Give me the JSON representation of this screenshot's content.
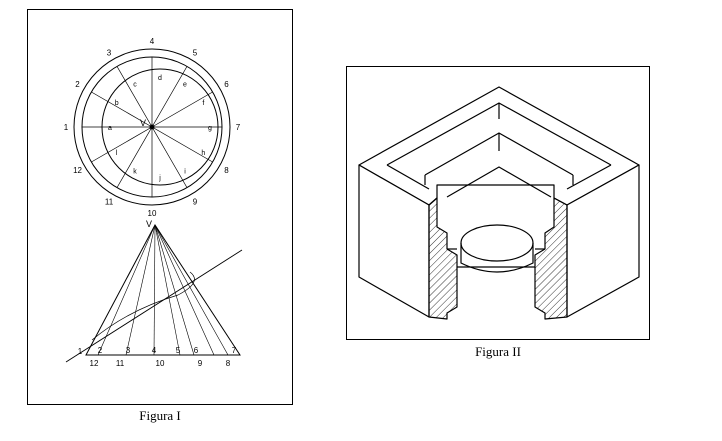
{
  "figure1": {
    "caption": "Figura I",
    "outer_circle_labels": [
      "1",
      "2",
      "3",
      "4",
      "5",
      "6",
      "7",
      "8",
      "9",
      "10",
      "11",
      "12"
    ],
    "inner_circle_labels": [
      "a",
      "b",
      "c",
      "d",
      "e",
      "f",
      "g",
      "h",
      "i",
      "j",
      "k",
      "l"
    ],
    "vertex_label": "V",
    "cone_vertex_label": "V",
    "base_labels": [
      "12",
      "11",
      "10",
      "9",
      "8"
    ],
    "base_upper_labels": [
      "2",
      "3",
      "4",
      "5",
      "6",
      "7"
    ],
    "left_label": "1"
  },
  "figure2": {
    "caption": "Figura II"
  }
}
